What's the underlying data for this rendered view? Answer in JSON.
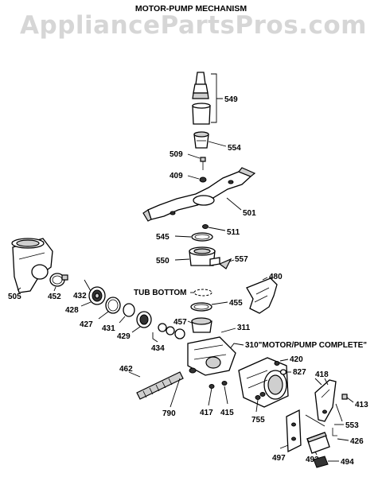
{
  "watermark": "AppliancePartsPros.com",
  "title": "MOTOR-PUMP MECHANISM",
  "callouts": {
    "tub_bottom": "TUB BOTTOM",
    "motor_pump_complete": "310\"MOTOR/PUMP COMPLETE\""
  },
  "parts": {
    "p549": "549",
    "p554": "554",
    "p509": "509",
    "p409": "409",
    "p501": "501",
    "p545": "545",
    "p511": "511",
    "p550": "550",
    "p557": "557",
    "p480": "480",
    "p455": "455",
    "p457": "457",
    "p311": "311",
    "p505": "505",
    "p452": "452",
    "p432": "432",
    "p428": "428",
    "p427": "427",
    "p431": "431",
    "p429": "429",
    "p434": "434",
    "p420": "420",
    "p827": "827",
    "p418": "418",
    "p413": "413",
    "p462": "462",
    "p790": "790",
    "p417": "417",
    "p415": "415",
    "p755": "755",
    "p553": "553",
    "p426": "426",
    "p497": "497",
    "p493": "493",
    "p494": "494"
  }
}
